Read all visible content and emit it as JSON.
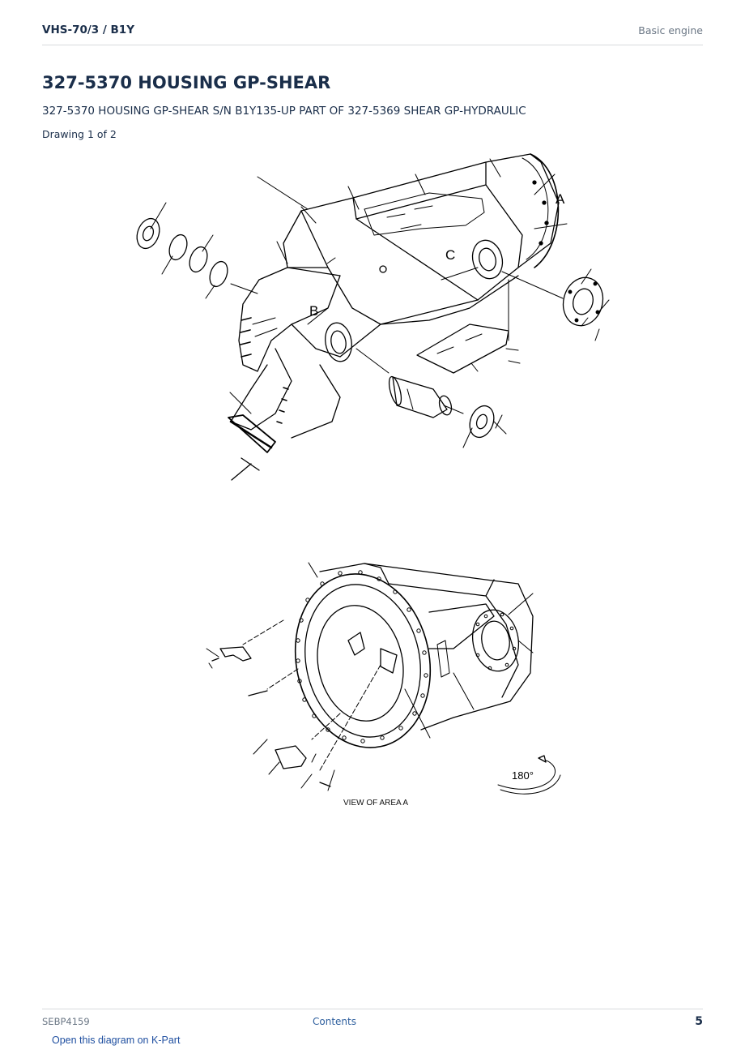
{
  "header": {
    "model": "VHS-70/3  /  B1Y",
    "section": "Basic engine"
  },
  "document": {
    "title": "327-5370 HOUSING GP-SHEAR",
    "subtitle": "327-5370 HOUSING GP-SHEAR S/N B1Y135-UP PART OF 327-5369 SHEAR GP-HYDRAULIC",
    "drawing_label": "Drawing 1 of 2"
  },
  "drawing_labels": {
    "area_a": "A",
    "area_b": "B",
    "area_c": "C",
    "view_of_area": "VIEW OF AREA  A",
    "rotation": "180°"
  },
  "footer": {
    "doc_number": "SEBP4159",
    "contents_link": "Contents",
    "page_number": "5",
    "kpart_link": "Open this diagram on K-Part"
  }
}
